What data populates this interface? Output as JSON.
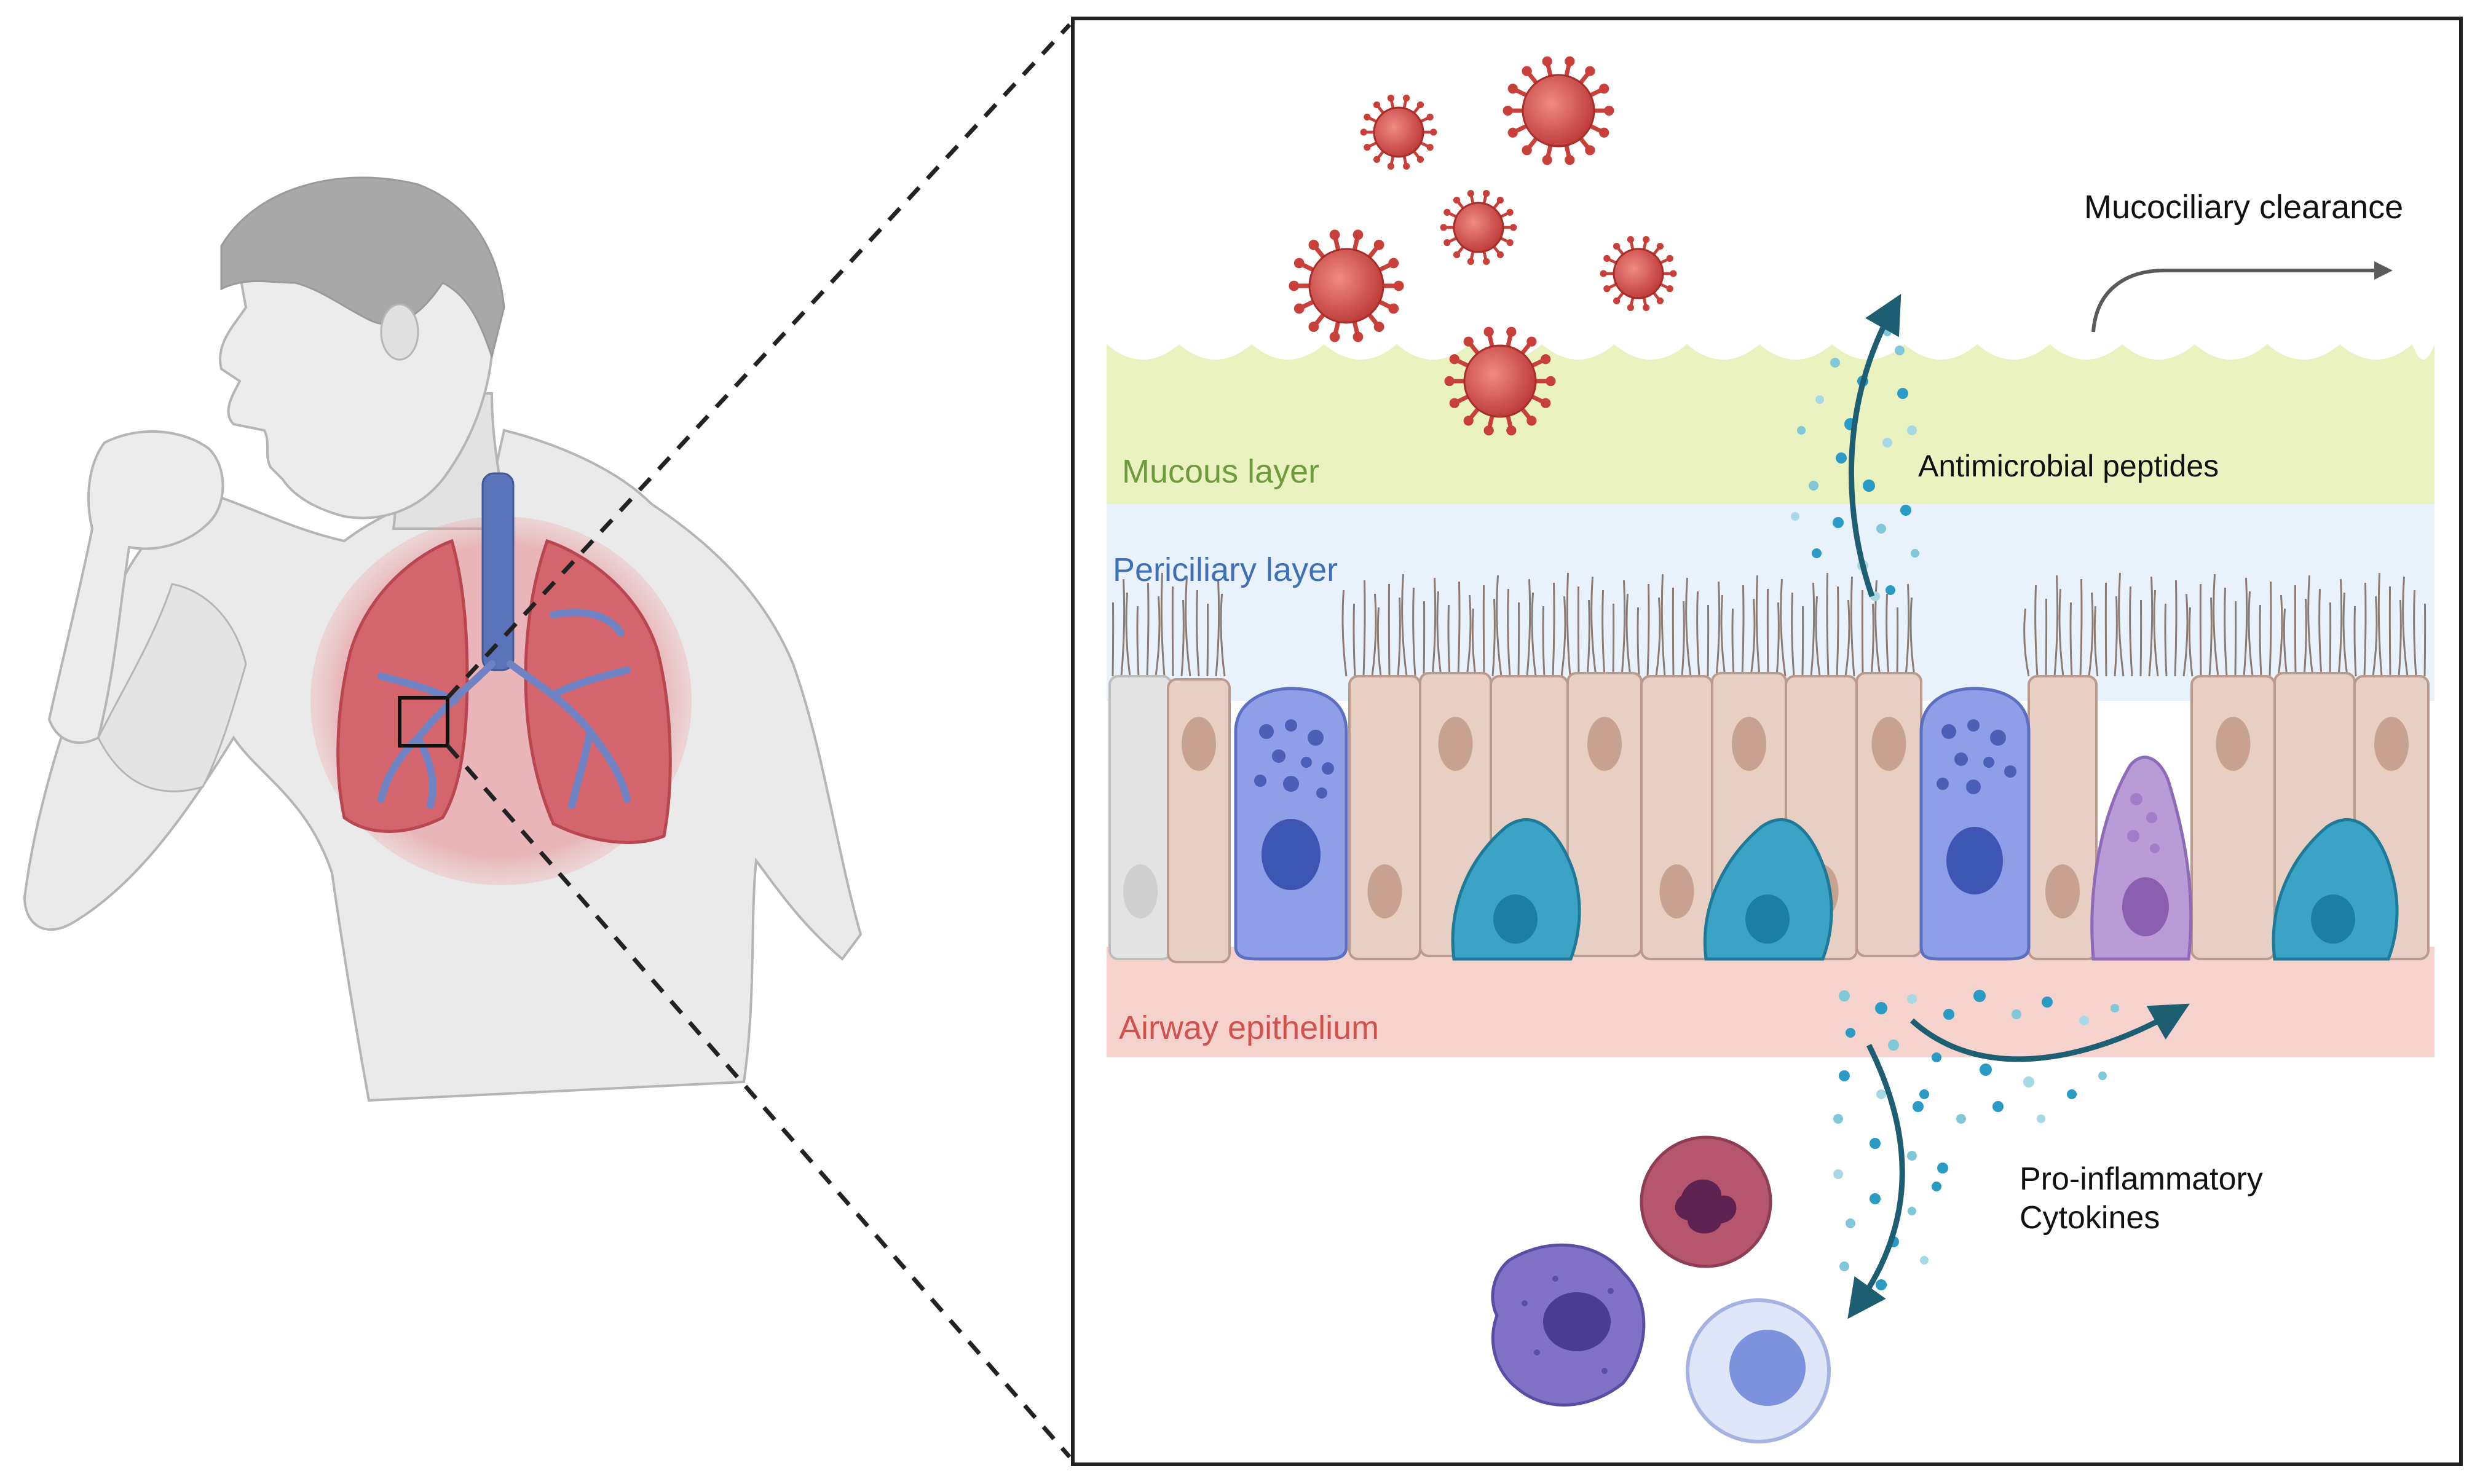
{
  "labels": {
    "mucous_layer": "Mucous layer",
    "periciliary_layer": "Periciliary layer",
    "airway_epithelium": "Airway epithelium",
    "mucociliary_clearance": "Mucociliary clearance",
    "antimicrobial_peptides": "Antimicrobial peptides",
    "proinflammatory_line1": "Pro-inflammatory",
    "proinflammatory_line2": "Cytokines"
  },
  "colors": {
    "mucous_layer": "#eaf3c0",
    "mucous_text": "#6f9a3e",
    "periciliary_layer": "#e9f2fa",
    "periciliary_text": "#3f6fb6",
    "epithelium_band": "#f5d3cc",
    "epithelium_text": "#d2504d",
    "ciliated_cell": "#e8cfc3",
    "goblet_cell": "#8e9fe8",
    "basal_cell": "#3aa3c6",
    "club_cell": "#b99bd8",
    "virus": "#d9534f",
    "lung": "#d4656c",
    "airway_tree": "#5a73b8",
    "body_skin": "#e9e9e9",
    "hair": "#a5a5a5",
    "arrow": "#1d5e73",
    "clearance_arrow": "#5a5a5a"
  },
  "icons": {
    "virus": "virus-icon",
    "goblet_cell": "goblet-cell-icon",
    "basal_cell": "basal-cell-icon",
    "club_cell": "club-cell-icon",
    "neutrophil": "neutrophil-icon",
    "macrophage": "macrophage-icon",
    "lymphocyte": "lymphocyte-icon",
    "person": "coughing-person-icon",
    "lungs": "lungs-icon"
  }
}
